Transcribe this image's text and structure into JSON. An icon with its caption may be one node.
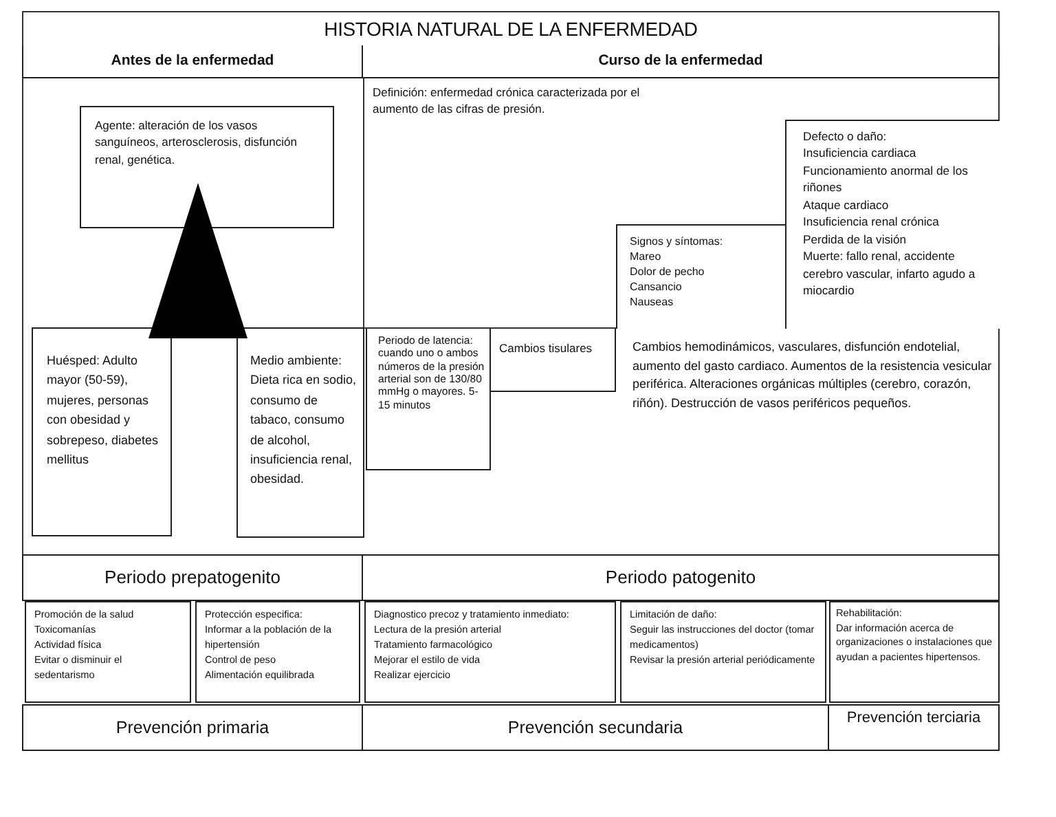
{
  "diagram": {
    "title": "HISTORIA NATURAL DE LA ENFERMEDAD",
    "nodes": [
      {
        "text": [
          "Antes de la enfermedad"
        ]
      },
      {
        "text": [
          "Curso de la enfermedad"
        ]
      },
      {
        "text": [
          "Agente: alteración de los vasos sanguíneos, arterosclerosis, disfunción renal, genética."
        ]
      },
      {
        "text": [],
        "shape": "triangle"
      },
      {
        "text": [
          "Huésped: Adulto mayor (50-59), mujeres, personas con obesidad y sobrepeso, diabetes mellitus"
        ]
      },
      {
        "text": [
          "Medio ambiente: Dieta rica en sodio, consumo de tabaco, consumo de alcohol, insuficiencia renal, obesidad."
        ]
      },
      {
        "text": [
          "Periodo de latencia: cuando uno o ambos números de la presión arterial son de 130/80 mmHg o mayores. 5-15 minutos"
        ]
      },
      {
        "text": [
          "Cambios tisulares"
        ]
      },
      {
        "text": [
          "Signos y síntomas:",
          "Mareo",
          "Dolor de pecho",
          "Cansancio",
          "Nauseas"
        ]
      },
      {
        "text": [
          "Defecto o daño:",
          "Insuficiencia cardiaca",
          "Funcionamiento anormal de los riñones",
          "Ataque cardiaco",
          "Insuficiencia renal crónica",
          "Perdida de la visión",
          "Muerte: fallo renal, accidente cerebro vascular, infarto agudo a miocardio"
        ]
      },
      {
        "text": [
          "Periodo prepatogenito"
        ]
      },
      {
        "text": [
          "Periodo patogenito"
        ]
      },
      {
        "text": [
          "Promoción de la salud",
          "Toxicomanías",
          "Actividad física",
          "Evitar o disminuir el sedentarismo"
        ]
      },
      {
        "text": [
          "Protección especifica:",
          "Informar a la población de la hipertensión",
          "Control de peso",
          "Alimentación equilibrada"
        ]
      },
      {
        "text": [
          "Diagnostico precoz y tratamiento inmediato:",
          "Lectura de la presión arterial",
          "Tratamiento farmacológico",
          "Mejorar el estilo de vida",
          "Realizar ejercicio"
        ]
      },
      {
        "text": [
          "Limitación de daño:",
          "Seguir las instrucciones del doctor (tomar medicamentos)",
          "Revisar la presión arterial periódicamente"
        ]
      },
      {
        "text": [
          "Rehabilitación:",
          "Dar información acerca de organizaciones o instalaciones que ayudan a pacientes hipertensos."
        ]
      },
      {
        "text": [
          "Prevención primaria"
        ]
      },
      {
        "text": [
          "Prevención secundaria"
        ]
      },
      {
        "text": [
          "Prevención terciaria"
        ]
      }
    ],
    "edges": [],
    "labels": [
      "Definición: enfermedad crónica caracterizada por el aumento de las cifras de presión.",
      "Cambios hemodinámicos, vasculares, disfunción endotelial, aumento del gasto cardiaco. Aumentos de la resistencia vesicular periférica. Alteraciones orgánicas múltiples (cerebro, corazón, riñón). Destrucción de vasos periféricos pequeños."
    ]
  }
}
